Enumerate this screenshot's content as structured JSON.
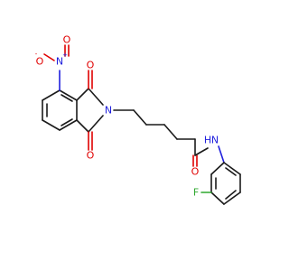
{
  "atoms": {
    "nitro_o_minus": {
      "symbol": "O",
      "charge": "-",
      "color": "#e00000"
    },
    "nitro_n": {
      "symbol": "N",
      "charge": "+",
      "color": "#2020dd"
    },
    "nitro_o": {
      "symbol": "O",
      "color": "#e00000"
    },
    "imide_o_top": {
      "symbol": "O",
      "color": "#e00000"
    },
    "imide_n": {
      "symbol": "N",
      "color": "#2020dd"
    },
    "imide_o_bottom": {
      "symbol": "O",
      "color": "#e00000"
    },
    "amide_o": {
      "symbol": "O",
      "color": "#e00000"
    },
    "amide_n": {
      "symbol": "N",
      "color": "#2020dd"
    },
    "amide_h": {
      "symbol": "H",
      "color": "#2020dd"
    },
    "fluorine": {
      "symbol": "F",
      "color": "#2fa82f"
    }
  }
}
